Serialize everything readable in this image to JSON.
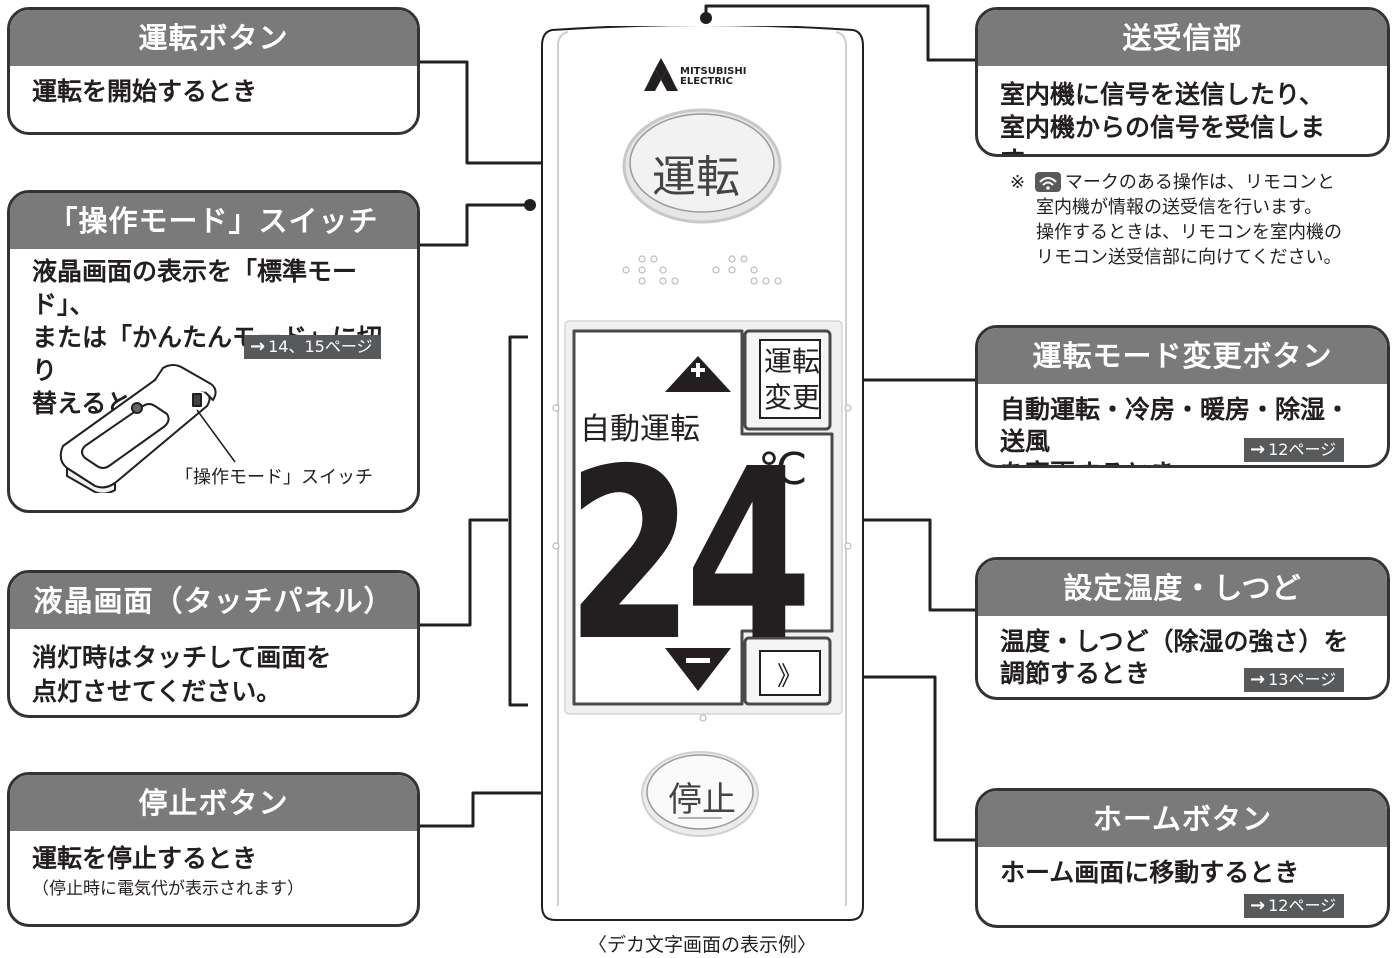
{
  "callouts": {
    "start": {
      "title": "運転ボタン",
      "body": "運転を開始するとき"
    },
    "mode_switch": {
      "title": "「操作モード」スイッチ",
      "body_lines": [
        "液晶画面の表示を「標準モード」、",
        "または「かんたんモード」に切り",
        "替えるとき"
      ],
      "page_ref": "14、15ページ",
      "figure_label": "「操作モード」スイッチ"
    },
    "lcd": {
      "title": "液晶画面（タッチパネル）",
      "body_lines": [
        "消灯時はタッチして画面を",
        "点灯させてください。"
      ]
    },
    "stop": {
      "title": "停止ボタン",
      "body": "運転を停止するとき",
      "sub": "（停止時に電気代が表示されます）"
    },
    "transceiver": {
      "title": "送受信部",
      "body_lines": [
        "室内機に信号を送信したり、",
        "室内機からの信号を受信します。"
      ]
    },
    "mode_change": {
      "title": "運転モード変更ボタン",
      "body_lines": [
        "自動運転・冷房・暖房・除湿・送風",
        "を変更するとき"
      ],
      "page_ref": "12ページ"
    },
    "temp": {
      "title": "設定温度・しつど",
      "body_lines": [
        "温度・しつど（除湿の強さ）を",
        "調節するとき"
      ],
      "page_ref": "13ページ"
    },
    "home": {
      "title": "ホームボタン",
      "body": "ホーム画面に移動するとき",
      "page_ref": "12ページ"
    }
  },
  "note": {
    "mark": "※",
    "lines": [
      "マークのある操作は、リモコンと",
      "室内機が情報の送受信を行います。",
      "操作するときは、リモコンを室内機の",
      "リモコン送受信部に向けてください。"
    ]
  },
  "remote": {
    "brand_line1": "MITSUBISHI",
    "brand_line2": "ELECTRIC",
    "start_label": "運転",
    "stop_label": "停止",
    "lcd_mode": "自動運転",
    "lcd_temp": "24",
    "lcd_unit": "℃",
    "mode_btn_line1": "運転",
    "mode_btn_line2": "変更",
    "home_symbol": "》"
  },
  "caption": "〈デカ文字画面の表示例〉",
  "colors": {
    "header_gray": "#7a7a7a",
    "border": "#333333",
    "pageref_bg": "#58595b"
  }
}
